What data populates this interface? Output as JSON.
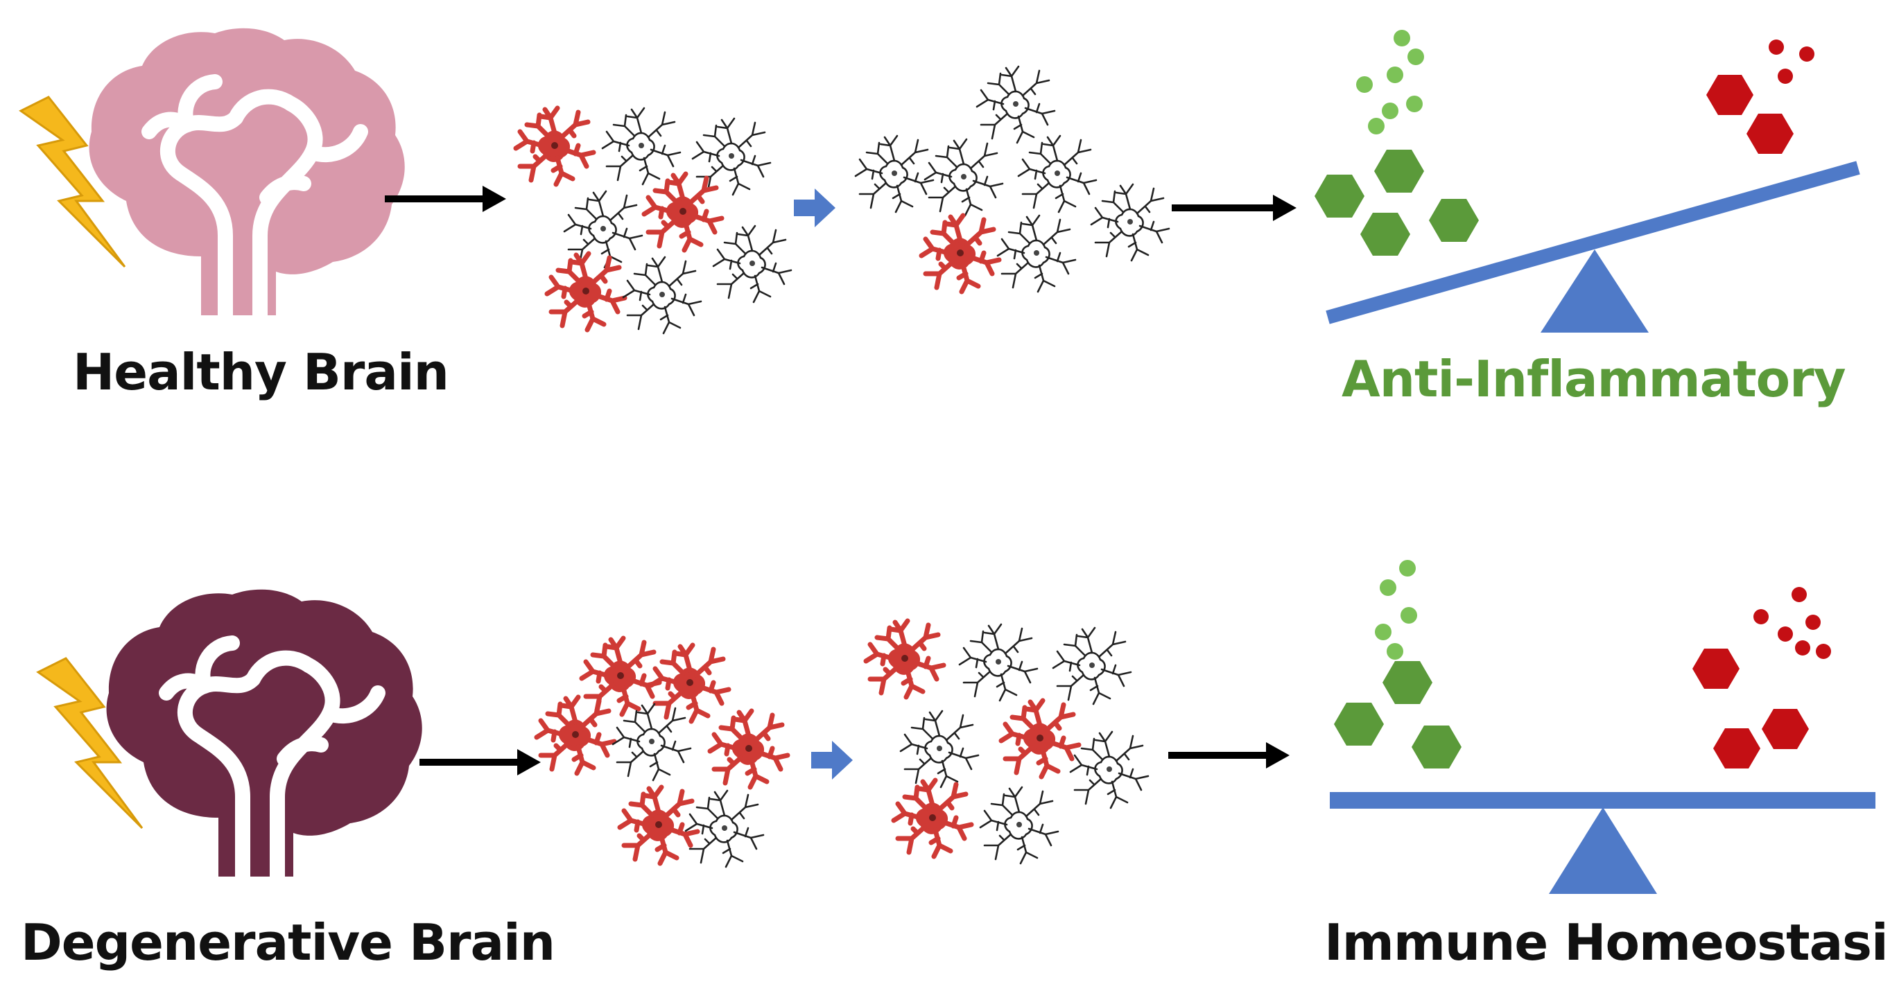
{
  "labels": {
    "healthy_brain": "Healthy Brain",
    "degenerative_brain": "Degenerative Brain",
    "anti_inflammatory": "Anti-Inflammatory",
    "immune_homeostasis": "Immune Homeostasis"
  },
  "colors": {
    "healthy_brain": "#d999ab",
    "degenerative_brain": "#6b2a44",
    "lightning": "#f5b81c",
    "activated_microglia": "#cf3a35",
    "resting_microglia": "#222222",
    "anti_inflammatory_green": "#5b9a3a",
    "light_green_dots": "#7cc257",
    "pro_inflammatory_red": "#c40f14",
    "balance_blue": "#4f7ac8",
    "arrow_black": "#000000",
    "arrow_blue": "#4f7ac8"
  },
  "icons": {
    "brain": "brain-icon",
    "lightning": "lightning-icon",
    "microglia": "microglia-cell-icon",
    "seesaw": "seesaw-balance-icon",
    "hexagon": "hexagon-icon",
    "dot": "dot-icon"
  }
}
